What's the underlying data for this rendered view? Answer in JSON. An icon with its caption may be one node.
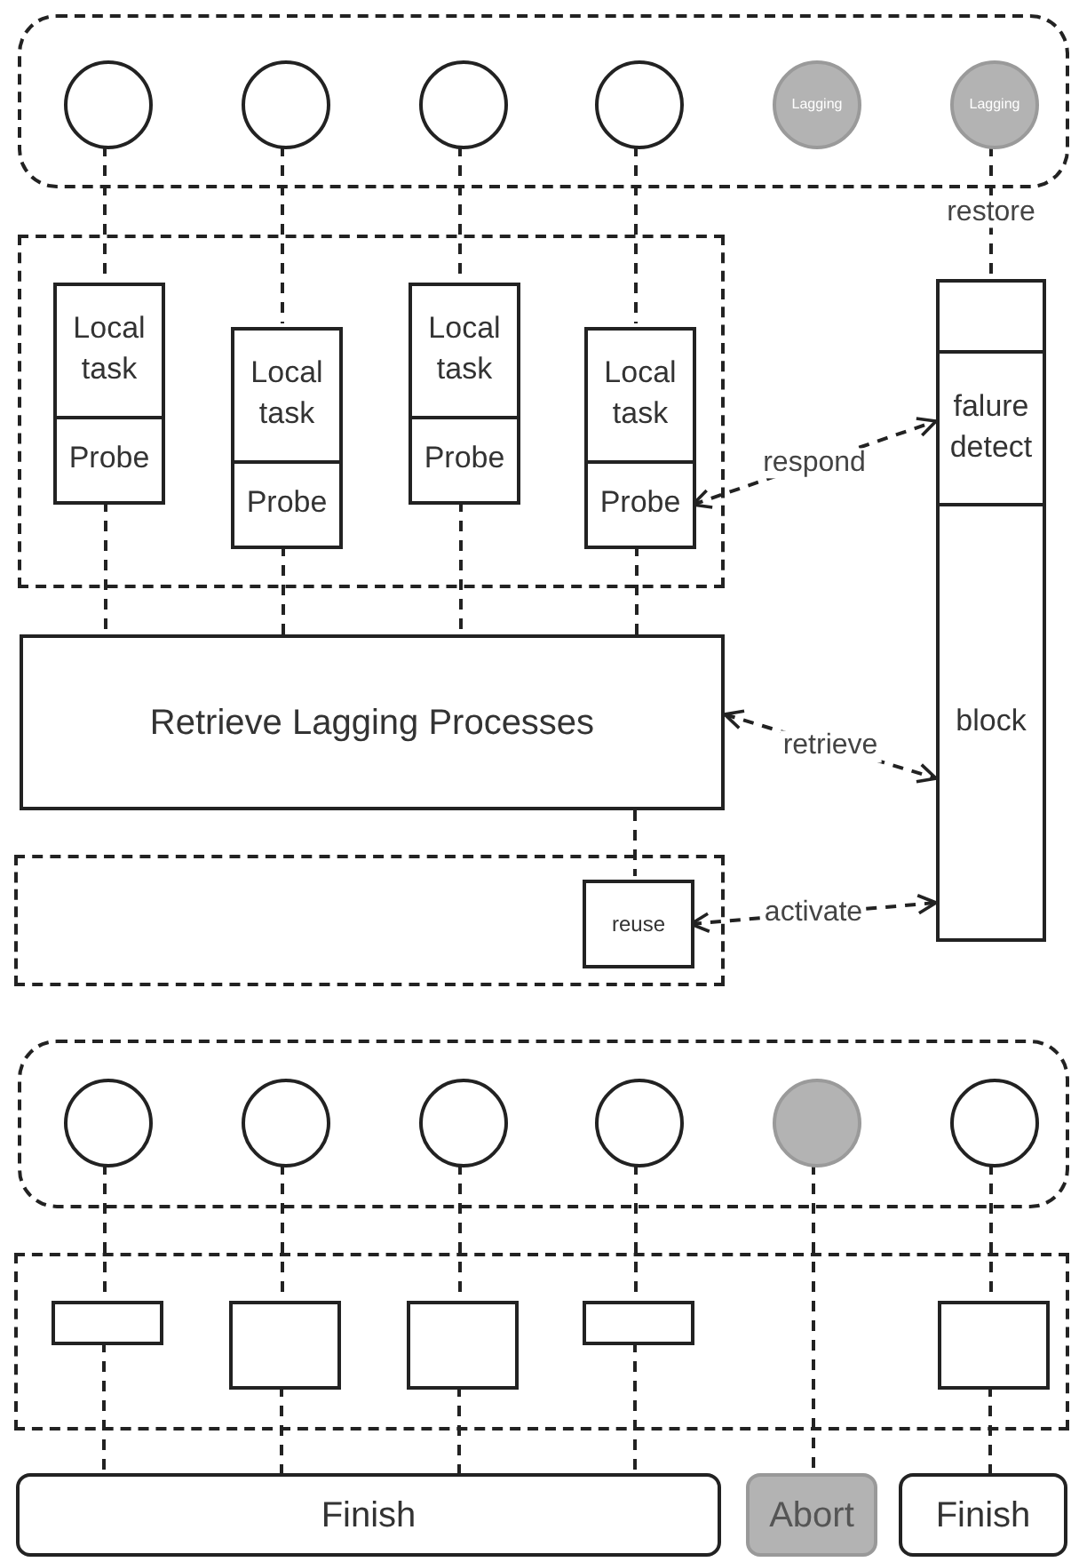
{
  "diagram": {
    "nodes": [
      {
        "text": [],
        "shape": "box"
      },
      {
        "text": [],
        "shape": "circle",
        "in": 0
      },
      {
        "text": [],
        "shape": "circle",
        "in": 0
      },
      {
        "text": [],
        "shape": "circle",
        "in": 0
      },
      {
        "text": [],
        "shape": "circle",
        "in": 0
      },
      {
        "text": [
          "Lagging"
        ],
        "in": 0
      },
      {
        "text": [
          "Lagging"
        ],
        "in": 0
      },
      {
        "text": [],
        "shape": "box"
      },
      {
        "text": [
          "Local task",
          "Probe"
        ],
        "in": 7
      },
      {
        "text": [
          "Local task",
          "Probe"
        ],
        "in": 7
      },
      {
        "text": [
          "Local task",
          "Probe"
        ],
        "in": 7
      },
      {
        "text": [
          "Local task",
          "Probe"
        ],
        "in": 7
      },
      {
        "text": [
          "falure detect",
          "block"
        ]
      },
      {
        "text": [
          "Retrieve Lagging Processes"
        ]
      },
      {
        "text": [],
        "shape": "box"
      },
      {
        "text": [
          "reuse"
        ],
        "in": 14
      },
      {
        "text": [],
        "shape": "box"
      },
      {
        "text": [],
        "shape": "circle",
        "in": 16
      },
      {
        "text": [],
        "shape": "circle",
        "in": 16
      },
      {
        "text": [],
        "shape": "circle",
        "in": 16
      },
      {
        "text": [],
        "shape": "circle",
        "in": 16
      },
      {
        "text": [],
        "shape": "circle",
        "in": 16
      },
      {
        "text": [],
        "shape": "circle",
        "in": 16
      },
      {
        "text": [],
        "shape": "box"
      },
      {
        "text": [],
        "shape": "box",
        "in": 23
      },
      {
        "text": [],
        "shape": "box",
        "in": 23
      },
      {
        "text": [],
        "shape": "box",
        "in": 23
      },
      {
        "text": [],
        "shape": "box",
        "in": 23
      },
      {
        "text": [],
        "shape": "box",
        "in": 23
      },
      {
        "text": [
          "Finish"
        ]
      },
      {
        "text": [
          "Abort"
        ]
      },
      {
        "text": [
          "Finish"
        ]
      }
    ],
    "edges": [
      {
        "from": 1,
        "to": 8,
        "arrow": "none",
        "style": "dashed"
      },
      {
        "from": 2,
        "to": 9,
        "arrow": "none",
        "style": "dashed"
      },
      {
        "from": 3,
        "to": 10,
        "arrow": "none",
        "style": "dashed"
      },
      {
        "from": 4,
        "to": 11,
        "arrow": "none",
        "style": "dashed"
      },
      {
        "from": 6,
        "to": 12,
        "arrow": "none",
        "style": "dashed",
        "label": "restore"
      },
      {
        "from": 8,
        "to": 13,
        "arrow": "none",
        "style": "dashed"
      },
      {
        "from": 9,
        "to": 13,
        "arrow": "none",
        "style": "dashed"
      },
      {
        "from": 10,
        "to": 13,
        "arrow": "none",
        "style": "dashed"
      },
      {
        "from": 11,
        "to": 13,
        "arrow": "none",
        "style": "dashed"
      },
      {
        "from": 13,
        "to": 15,
        "arrow": "none",
        "style": "dashed"
      },
      {
        "from": 11,
        "to": 12,
        "arrow": "both",
        "style": "dashed",
        "label": "respond"
      },
      {
        "from": 13,
        "to": 12,
        "arrow": "both",
        "style": "dashed",
        "label": "retrieve"
      },
      {
        "from": 15,
        "to": 12,
        "arrow": "both",
        "style": "dashed",
        "label": "activate"
      },
      {
        "from": 17,
        "to": 24,
        "arrow": "none",
        "style": "dashed"
      },
      {
        "from": 18,
        "to": 25,
        "arrow": "none",
        "style": "dashed"
      },
      {
        "from": 19,
        "to": 26,
        "arrow": "none",
        "style": "dashed"
      },
      {
        "from": 20,
        "to": 27,
        "arrow": "none",
        "style": "dashed"
      },
      {
        "from": 21,
        "to": 30,
        "arrow": "none",
        "style": "dashed"
      },
      {
        "from": 22,
        "to": 28,
        "arrow": "none",
        "style": "dashed"
      },
      {
        "from": 24,
        "to": 29,
        "arrow": "none",
        "style": "dashed"
      },
      {
        "from": 25,
        "to": 29,
        "arrow": "none",
        "style": "dashed"
      },
      {
        "from": 26,
        "to": 29,
        "arrow": "none",
        "style": "dashed"
      },
      {
        "from": 27,
        "to": 29,
        "arrow": "none",
        "style": "dashed"
      },
      {
        "from": 28,
        "to": 31,
        "arrow": "none",
        "style": "dashed"
      }
    ]
  }
}
